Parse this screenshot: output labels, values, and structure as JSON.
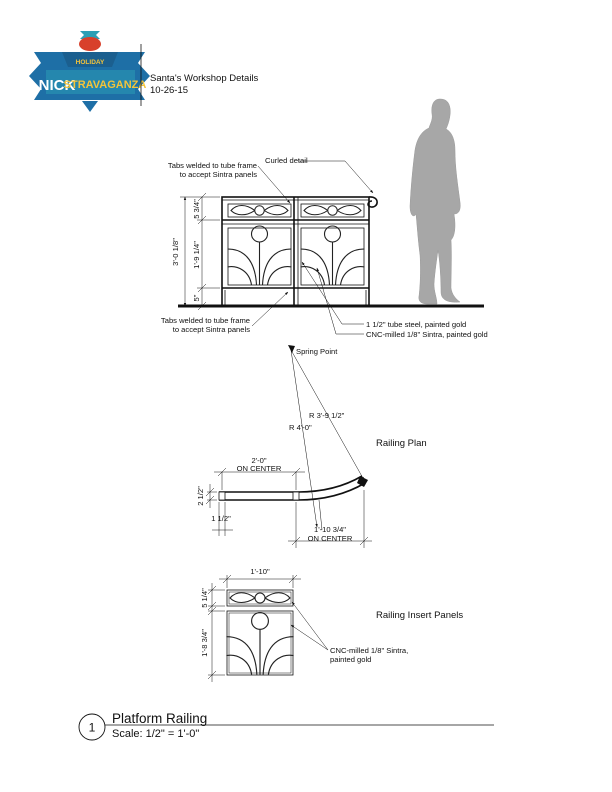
{
  "logo": {
    "top_word": "HOLIDAY",
    "name_left": "NICK",
    "name_right": "STRAVAGANZA"
  },
  "header": {
    "title": "Santa's Workshop Details",
    "date": "10-26-15"
  },
  "elevation": {
    "callouts": {
      "tabs_top": [
        "Tabs welded to tube frame",
        "to accept Sintra panels"
      ],
      "curled": "Curled detail",
      "tabs_bottom": [
        "Tabs welded to tube frame",
        "to accept Sintra panels"
      ],
      "tube_steel": "1 1/2\" tube steel, painted gold",
      "sintra": "CNC-milled 1/8\" Sintra, painted gold"
    },
    "dims": {
      "total": "3'-0 1/8\"",
      "upper": "5 3/4\"",
      "middle": "1'-9 1/4\"",
      "lower": "5\""
    }
  },
  "plan": {
    "title": "Railing Plan",
    "spring_point": "Spring Point",
    "radius_outer": "R 4'-0\"",
    "radius_inner": "R 3'-9 1/2\"",
    "dim_top": "2'-0\"",
    "dim_top_sub": "ON CENTER",
    "dim_height": "2 1/2\"",
    "dim_post": "1 1/2\"",
    "dim_bottom": "1'-10 3/4\"",
    "dim_bottom_sub": "ON CENTER"
  },
  "insert": {
    "title": "Railing Insert Panels",
    "width": "1'-10\"",
    "upper": "5 1/4\"",
    "lower": "1'-8 3/4\"",
    "callout": [
      "CNC-milled 1/8\" Sintra,",
      "painted gold"
    ]
  },
  "title_block": {
    "number": "1",
    "title": "Platform Railing",
    "scale": "Scale: 1/2\" = 1'-0\""
  },
  "colors": {
    "logo_teal": "#2c9fb5",
    "logo_blue": "#1e6fa6",
    "logo_red": "#d8402b",
    "logo_yellow": "#f5c43a",
    "silhouette": "#a7a7a7",
    "ground": "#111111"
  }
}
